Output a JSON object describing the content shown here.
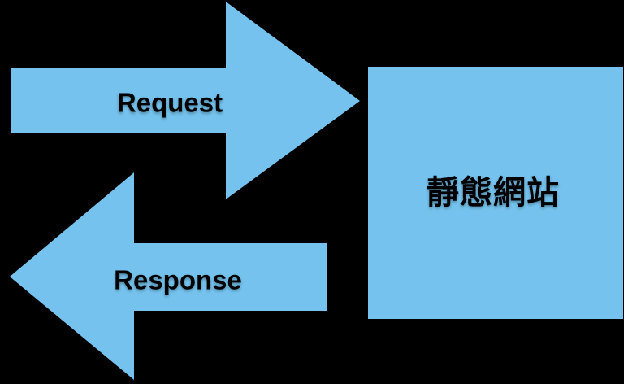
{
  "diagram": {
    "colors": {
      "background": "#000000",
      "shape": "#74C2ED",
      "text": "#000000"
    },
    "request_arrow": {
      "label": "Request",
      "direction": "right"
    },
    "response_arrow": {
      "label": "Response",
      "direction": "left"
    },
    "website_box": {
      "label": "靜態網站"
    }
  }
}
